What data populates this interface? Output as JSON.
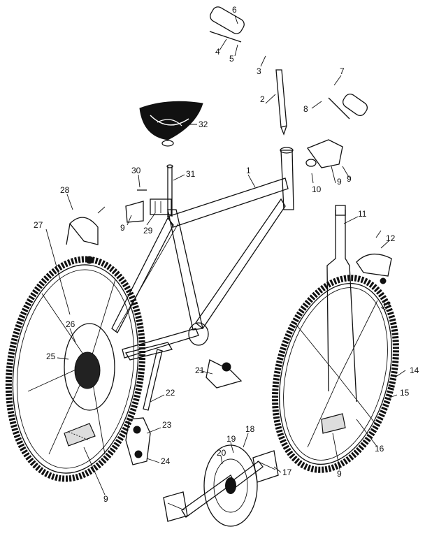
{
  "diagram": {
    "title": "",
    "callouts": [
      "1",
      "2",
      "3",
      "4",
      "5",
      "6",
      "7",
      "8",
      "9",
      "10",
      "11",
      "12",
      "13",
      "14",
      "15",
      "16",
      "17",
      "18",
      "19",
      "20",
      "21",
      "22",
      "23",
      "24",
      "25",
      "26",
      "27",
      "28",
      "29",
      "30",
      "31",
      "32",
      "9",
      "9",
      "9",
      "9"
    ]
  },
  "colors": {
    "ink": "#111111",
    "paper": "#ffffff"
  }
}
